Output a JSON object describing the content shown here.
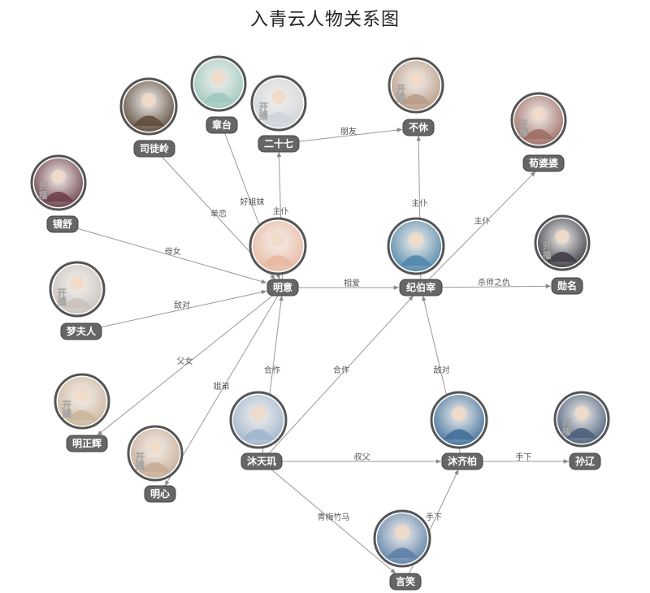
{
  "title": "入青云人物关系图",
  "colors": {
    "edge": "#9a9a9a",
    "label_bg": "#666666",
    "label_text": "#ffffff",
    "node_ring": "#555555"
  },
  "nodes": [
    {
      "id": "mingyi",
      "name": "明意",
      "avatar": "明意",
      "avatar_tone": "#e9b7a0"
    },
    {
      "id": "jiboxin",
      "name": "纪伯宰",
      "avatar": "纪伯宰",
      "avatar_tone": "#4e86a8"
    },
    {
      "id": "situling",
      "name": "司徒岭",
      "avatar": "司徒岭",
      "avatar_tone": "#5c4a3a"
    },
    {
      "id": "zhangtai",
      "name": "章台",
      "avatar": "章台",
      "avatar_tone": "#9cc7bd"
    },
    {
      "id": "ershiqi",
      "name": "二十七",
      "avatar": "开播",
      "avatar_tone": "#cfd4da"
    },
    {
      "id": "buxiu",
      "name": "不休",
      "avatar": "开播",
      "avatar_tone": "#b79a86"
    },
    {
      "id": "xunpopo",
      "name": "荀婆婆",
      "avatar": "开播",
      "avatar_tone": "#9c6b61"
    },
    {
      "id": "jingshu",
      "name": "镜舒",
      "avatar": "开播",
      "avatar_tone": "#6b3d48"
    },
    {
      "id": "xunming",
      "name": "勋名",
      "avatar": "开播",
      "avatar_tone": "#3d3a45"
    },
    {
      "id": "mengfuren",
      "name": "梦夫人",
      "avatar": "开播",
      "avatar_tone": "#c9c2bb"
    },
    {
      "id": "mingzhenghui",
      "name": "明正辉",
      "avatar": "开播",
      "avatar_tone": "#cbb59a"
    },
    {
      "id": "mingxin",
      "name": "明心",
      "avatar": "开播",
      "avatar_tone": "#c7ab94"
    },
    {
      "id": "mutianji",
      "name": "沐天玑",
      "avatar": "沐天玑",
      "avatar_tone": "#9fb4cc"
    },
    {
      "id": "muqibai",
      "name": "沐齐柏",
      "avatar": "沐齐柏",
      "avatar_tone": "#3f6f9a"
    },
    {
      "id": "sunliao",
      "name": "孙辽",
      "avatar": "开播",
      "avatar_tone": "#4a5e7a"
    },
    {
      "id": "yanxiao",
      "name": "言笑",
      "avatar": "言笑",
      "avatar_tone": "#5a7fa8"
    }
  ],
  "edges": [
    {
      "source": "situling",
      "target": "mingyi",
      "label": "单恋"
    },
    {
      "source": "zhangtai",
      "target": "mingyi",
      "label": "好姐妹"
    },
    {
      "source": "mingyi",
      "target": "ershiqi",
      "label": "主仆"
    },
    {
      "source": "ershiqi",
      "target": "buxiu",
      "label": "朋友"
    },
    {
      "source": "jiboxin",
      "target": "buxiu",
      "label": "主仆"
    },
    {
      "source": "jiboxin",
      "target": "xunpopo",
      "label": "主仆"
    },
    {
      "source": "jingshu",
      "target": "mingyi",
      "label": "母女"
    },
    {
      "source": "mingyi",
      "target": "jiboxin",
      "label": "相爱"
    },
    {
      "source": "jiboxin",
      "target": "xunming",
      "label": "杀师之仇"
    },
    {
      "source": "mengfuren",
      "target": "mingyi",
      "label": "敌对"
    },
    {
      "source": "mingyi",
      "target": "mingzhenghui",
      "label": "父女"
    },
    {
      "source": "mingyi",
      "target": "mingxin",
      "label": "姐弟"
    },
    {
      "source": "mutianji",
      "target": "mingyi",
      "label": "合作"
    },
    {
      "source": "mutianji",
      "target": "jiboxin",
      "label": "合作"
    },
    {
      "source": "muqibai",
      "target": "jiboxin",
      "label": "敌对"
    },
    {
      "source": "mutianji",
      "target": "muqibai",
      "label": "叔父"
    },
    {
      "source": "muqibai",
      "target": "sunliao",
      "label": "手下"
    },
    {
      "source": "mutianji",
      "target": "yanxiao",
      "label": "青梅竹马"
    },
    {
      "source": "yanxiao",
      "target": "muqibai",
      "label": "手下"
    }
  ]
}
